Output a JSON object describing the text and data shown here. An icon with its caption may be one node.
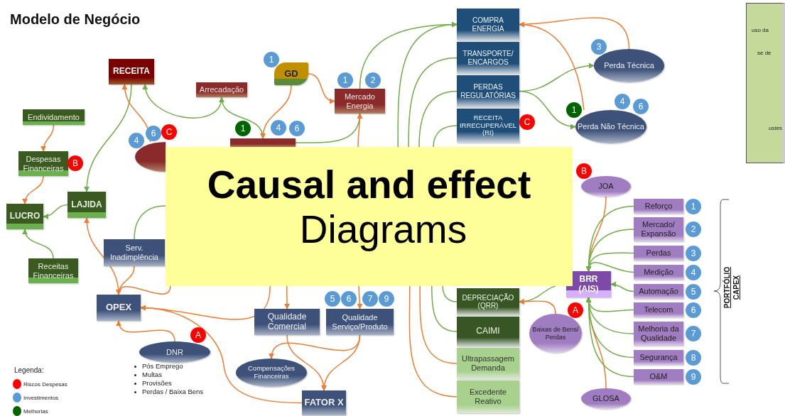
{
  "diagram": {
    "title": "Modelo de Negócio",
    "nodes": [
      {
        "text": [
          "RECEITA"
        ]
      },
      {
        "text": [
          "Arrecadação"
        ]
      },
      {
        "text": [
          "GD"
        ],
        "beside": [
          "1"
        ]
      },
      {
        "text": [
          "Mercado Energia"
        ],
        "beside": [
          "1",
          "2"
        ]
      },
      {
        "text": [
          "Endividamento"
        ]
      },
      {
        "text": [
          "Despesas Financeiras"
        ],
        "beside": [
          "B"
        ]
      },
      {
        "text": [],
        "shape": "ellipse",
        "beside": [
          "4",
          "6",
          "C"
        ]
      },
      {
        "text": [],
        "shape": "box",
        "beside": [
          "1",
          "4",
          "6"
        ]
      },
      {
        "text": [
          "LUCRO"
        ]
      },
      {
        "text": [
          "LAJIDA"
        ]
      },
      {
        "text": [
          "Receitas Financeiras"
        ]
      },
      {
        "text": [
          "Serv. Inadimplência"
        ]
      },
      {
        "text": [
          "OPEX"
        ]
      },
      {
        "text": [
          "DNR"
        ],
        "beside": [
          "A",
          "Pós Emprego",
          "Multas",
          "Provisões",
          "Perdas / Baixa Bens"
        ]
      },
      {
        "text": [
          "Qualidade Comercial"
        ]
      },
      {
        "text": [
          "Qualidade Serviço/Produto"
        ],
        "beside": [
          "5",
          "6",
          "7",
          "9"
        ]
      },
      {
        "text": [
          "Compensações Financeiras"
        ]
      },
      {
        "text": [
          "FATOR X"
        ]
      },
      {
        "text": [
          "COMPRA ENERGIA"
        ]
      },
      {
        "text": [
          "TRANSPORTE/ ENCARGOS"
        ]
      },
      {
        "text": [
          "PERDAS REGULATÓRIAS"
        ]
      },
      {
        "text": [
          "RECEITA IRRECUPERÁVEL (RI)"
        ],
        "beside": [
          "C"
        ]
      },
      {
        "text": [
          "DEPRECIAÇÃO (QRR)"
        ]
      },
      {
        "text": [
          "CAIMI"
        ]
      },
      {
        "text": [
          "Ultrapassagem Demanda"
        ]
      },
      {
        "text": [
          "Excedente Reativo"
        ]
      },
      {
        "text": [
          "Perda Técnica"
        ],
        "beside": [
          "3"
        ]
      },
      {
        "text": [
          "Perda Não Técnica"
        ],
        "beside": [
          "1",
          "4",
          "6"
        ]
      },
      {
        "text": [
          "JOA"
        ],
        "beside": [
          "B"
        ]
      },
      {
        "text": [
          "BRR (AIS)"
        ]
      },
      {
        "text": [
          "Baixas de Bens/ Perdas"
        ],
        "beside": [
          "A"
        ]
      },
      {
        "text": [
          "GLOSA"
        ]
      },
      {
        "text": [
          "Reforço"
        ],
        "beside": [
          "1"
        ]
      },
      {
        "text": [
          "Mercado/ Expansão"
        ],
        "beside": [
          "2"
        ]
      },
      {
        "text": [
          "Perdas"
        ],
        "beside": [
          "3"
        ]
      },
      {
        "text": [
          "Medição"
        ],
        "beside": [
          "4"
        ]
      },
      {
        "text": [
          "Automação"
        ],
        "beside": [
          "5"
        ]
      },
      {
        "text": [
          "Telecom"
        ],
        "beside": [
          "6"
        ]
      },
      {
        "text": [
          "Melhoria da Qualidade"
        ],
        "beside": [
          "7"
        ]
      },
      {
        "text": [
          "Segurança"
        ],
        "beside": [
          "8"
        ]
      },
      {
        "text": [
          "O&M"
        ],
        "beside": [
          "9"
        ]
      },
      {
        "text": [
          "Causal and effect",
          "Diagrams"
        ]
      }
    ],
    "edges": [
      {
        "from": 4,
        "to": 5,
        "arrow": "to",
        "color": "#ed7d31"
      },
      {
        "from": 5,
        "to": 8,
        "arrow": "to",
        "color": "#ed7d31"
      },
      {
        "from": 9,
        "to": 8,
        "arrow": "to"
      },
      {
        "from": 10,
        "to": 8,
        "arrow": "to"
      },
      {
        "from": 0,
        "to": 9,
        "arrow": "to"
      },
      {
        "from": 0,
        "to": 1,
        "arrow": "both"
      },
      {
        "from": 1,
        "to": 7,
        "arrow": "to"
      },
      {
        "from": 2,
        "to": 7,
        "arrow": "to",
        "color": "#ed7d31"
      },
      {
        "from": 2,
        "to": 3,
        "arrow": "to",
        "color": "#ed7d31"
      },
      {
        "from": 6,
        "to": 0,
        "arrow": "to",
        "color": "#ed7d31"
      },
      {
        "from": 7,
        "to": 3,
        "arrow": "to"
      },
      {
        "from": 41,
        "to": 3,
        "arrow": "to",
        "color": "#ed7d31"
      },
      {
        "from": 3,
        "to": 18,
        "arrow": "to"
      },
      {
        "from": 41,
        "to": 18,
        "arrow": "to"
      },
      {
        "from": 41,
        "to": 19,
        "arrow": "none"
      },
      {
        "from": 41,
        "to": 20,
        "arrow": "none"
      },
      {
        "from": 41,
        "to": 21,
        "arrow": "none"
      },
      {
        "from": 20,
        "to": 26,
        "arrow": "to"
      },
      {
        "from": 20,
        "to": 27,
        "arrow": "to"
      },
      {
        "from": 26,
        "to": 18,
        "arrow": "to",
        "color": "#ed7d31"
      },
      {
        "from": 27,
        "to": 18,
        "arrow": "to",
        "color": "#ed7d31"
      },
      {
        "from": 41,
        "to": 22,
        "arrow": "none"
      },
      {
        "from": 41,
        "to": 23,
        "arrow": "none"
      },
      {
        "from": 41,
        "to": 24,
        "arrow": "none",
        "color": "#ed7d31"
      },
      {
        "from": 41,
        "to": 25,
        "arrow": "none",
        "color": "#ed7d31"
      },
      {
        "from": 28,
        "to": 29,
        "arrow": "to",
        "color": "#ed7d31"
      },
      {
        "from": 31,
        "to": 29,
        "arrow": "to",
        "color": "#ed7d31"
      },
      {
        "from": 32,
        "to": 29,
        "arrow": "to"
      },
      {
        "from": 33,
        "to": 29,
        "arrow": "to"
      },
      {
        "from": 34,
        "to": 29,
        "arrow": "to"
      },
      {
        "from": 35,
        "to": 29,
        "arrow": "to"
      },
      {
        "from": 36,
        "to": 29,
        "arrow": "to"
      },
      {
        "from": 37,
        "to": 29,
        "arrow": "to"
      },
      {
        "from": 38,
        "to": 29,
        "arrow": "to"
      },
      {
        "from": 39,
        "to": 29,
        "arrow": "to"
      },
      {
        "from": 40,
        "to": 29,
        "arrow": "to"
      },
      {
        "from": 29,
        "to": 22,
        "arrow": "to"
      },
      {
        "from": 30,
        "to": 22,
        "arrow": "to",
        "color": "#ed7d31"
      },
      {
        "from": 41,
        "to": 11,
        "arrow": "none"
      },
      {
        "from": 11,
        "to": 12,
        "arrow": "to",
        "color": "#ed7d31"
      },
      {
        "from": 41,
        "to": 12,
        "arrow": "to",
        "color": "#ed7d31"
      },
      {
        "from": 41,
        "to": 12,
        "arrow": "to",
        "color": "#ed7d31"
      },
      {
        "from": 12,
        "to": 9,
        "arrow": "to",
        "color": "#ed7d31"
      },
      {
        "from": 13,
        "to": 12,
        "arrow": "to",
        "color": "#ed7d31"
      },
      {
        "from": 17,
        "to": 12,
        "arrow": "to",
        "color": "#ed7d31"
      },
      {
        "from": 41,
        "to": 14,
        "arrow": "to",
        "color": "#ed7d31"
      },
      {
        "from": 41,
        "to": 15,
        "arrow": "to",
        "color": "#ed7d31"
      },
      {
        "from": 14,
        "to": 17,
        "arrow": "to",
        "color": "#ed7d31"
      },
      {
        "from": 15,
        "to": 17,
        "arrow": "to",
        "color": "#ed7d31"
      },
      {
        "from": 15,
        "to": 16,
        "arrow": "to",
        "color": "#ed7d31"
      }
    ],
    "labels": [
      "uso da",
      "se de",
      "ustes",
      "PORTFÓLIO CAPEX",
      "Legenda:"
    ],
    "legend": [
      {
        "text": "Riscos Despesas",
        "color": "#ff0000"
      },
      {
        "text": "Investimentos",
        "color": "#5b9bd5"
      },
      {
        "text": "Melhorias",
        "color": "#006400"
      }
    ]
  }
}
